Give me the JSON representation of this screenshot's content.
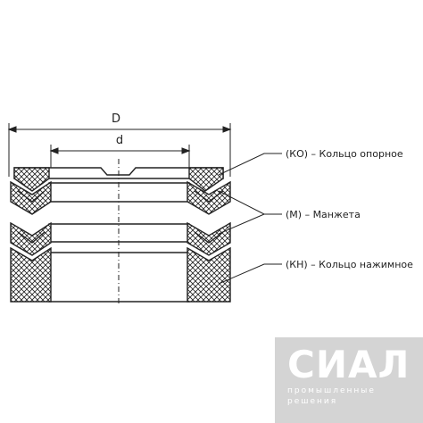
{
  "dimensions": {
    "outer": "D",
    "inner": "d"
  },
  "labels": [
    {
      "code": "(КО)",
      "text": "(КО) – Кольцо опорное"
    },
    {
      "code": "(М)",
      "text": "(М) – Манжета"
    },
    {
      "code": "(КН)",
      "text": "(КН) – Кольцо нажимное"
    }
  ],
  "logo": {
    "name": "СИАЛ",
    "tagline_1": "промышленные",
    "tagline_2": "решения"
  },
  "colors": {
    "stroke": "#222222",
    "logo_bg": "#d4d4d4"
  }
}
